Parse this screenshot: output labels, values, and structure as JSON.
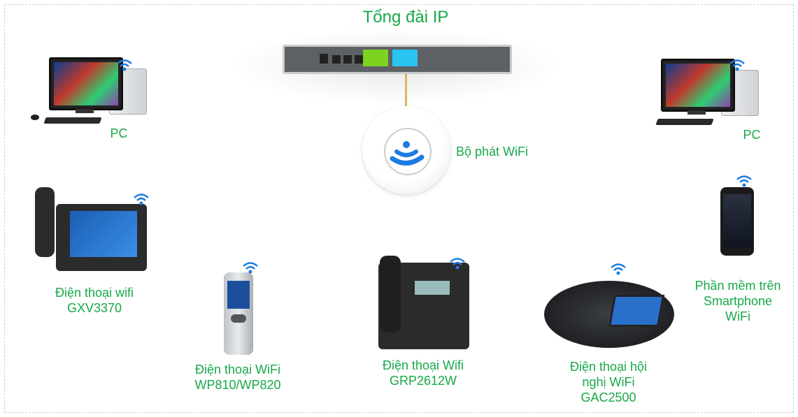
{
  "title": "Tổng đài IP",
  "access_point_label": "Bộ phát WiFi",
  "pc_left_label": "PC",
  "pc_right_label": "PC",
  "devices": [
    {
      "label_line1": "Điện thoại wifi",
      "label_line2": "GXV3370"
    },
    {
      "label_line1": "Điện thoại WiFi",
      "label_line2": "WP810/WP820"
    },
    {
      "label_line1": "Điện thoại Wifi",
      "label_line2": "GRP2612W"
    },
    {
      "label_line1": "Điện thoại hội",
      "label_line2": "nghị WiFi",
      "label_line3": "GAC2500"
    },
    {
      "label_line1": "Phần mềm trên",
      "label_line2": "Smartphone",
      "label_line3": "WiFi"
    }
  ],
  "colors": {
    "label": "#18a84a",
    "wifi": "#1e7be0",
    "green_ports": "#7ed321",
    "blue_ports": "#29c4f0"
  }
}
